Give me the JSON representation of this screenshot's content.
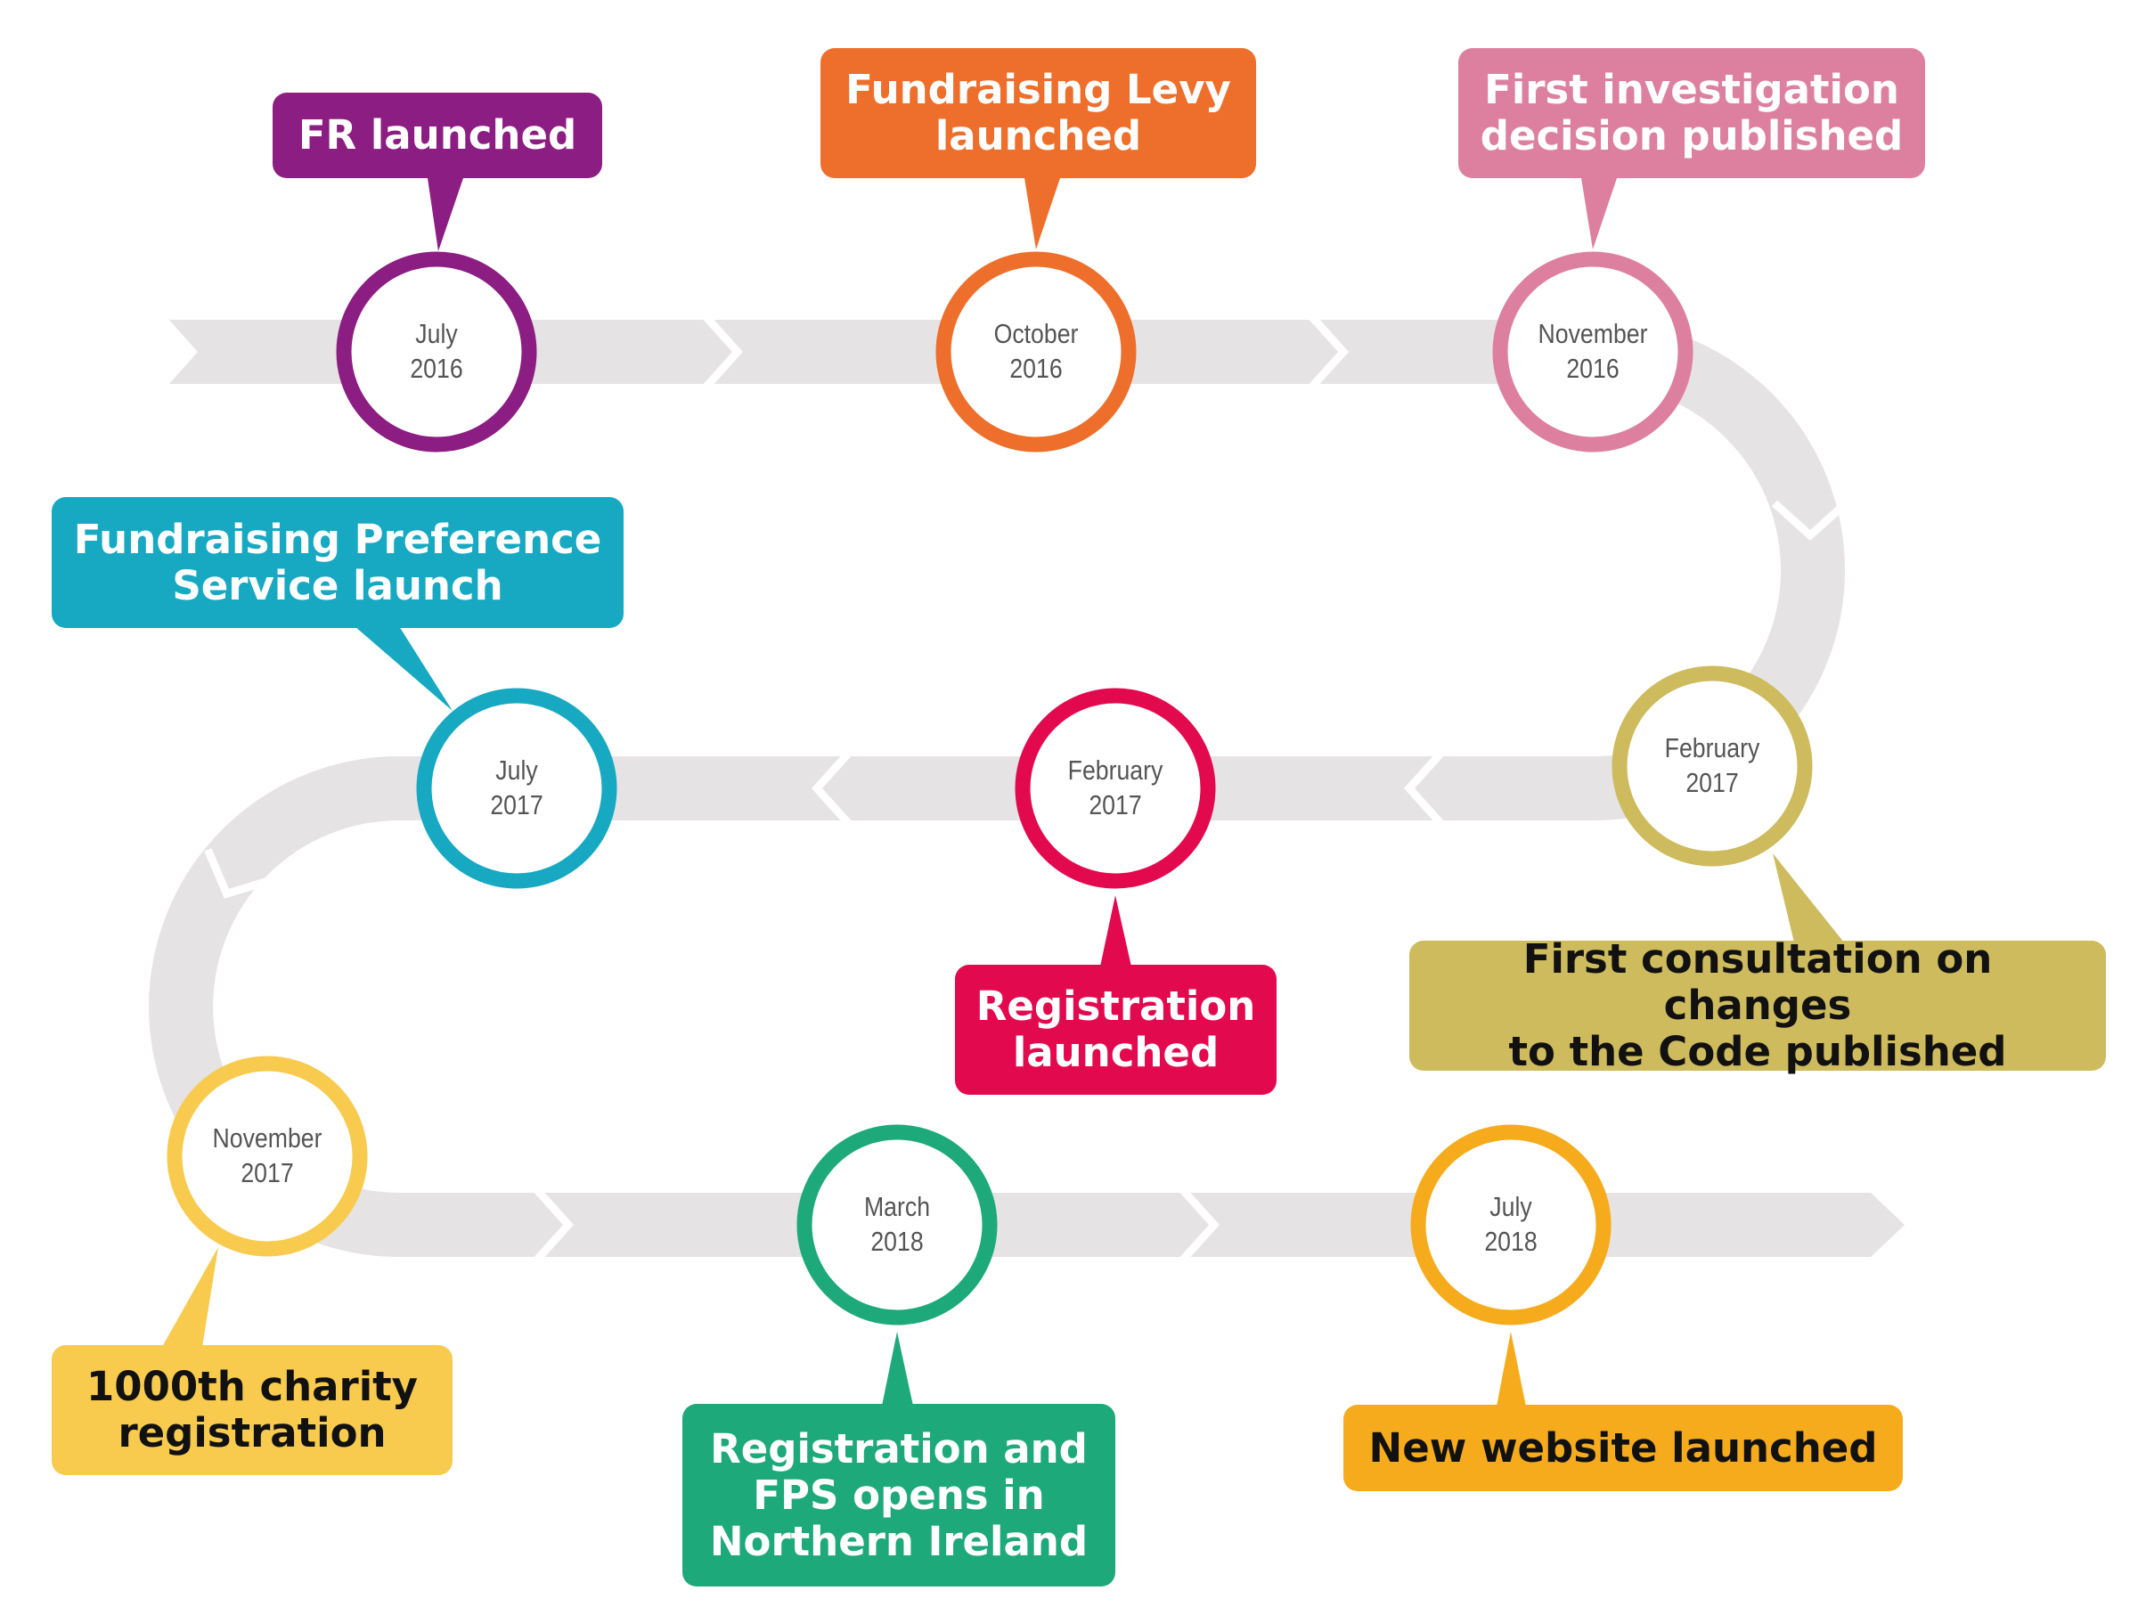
{
  "colors": {
    "track": "#e5e3e3",
    "track_chevron": "#ffffff",
    "date_text": "#555555"
  },
  "milestones": [
    {
      "id": "jul-2016",
      "month": "July",
      "year": "2016",
      "label_lines": [
        "FR launched"
      ],
      "color": "#8c1d82",
      "text_tone": "light"
    },
    {
      "id": "oct-2016",
      "month": "October",
      "year": "2016",
      "label_lines": [
        "Fundraising Levy",
        "launched"
      ],
      "color": "#ed6f2b",
      "text_tone": "light"
    },
    {
      "id": "nov-2016",
      "month": "November",
      "year": "2016",
      "label_lines": [
        "First investigation",
        "decision published"
      ],
      "color": "#dd80a0",
      "text_tone": "light"
    },
    {
      "id": "feb-2017-right",
      "month": "February",
      "year": "2017",
      "label_lines": [
        "First consultation on changes",
        "to the Code published"
      ],
      "color": "#cdbb5e",
      "text_tone": "dark"
    },
    {
      "id": "feb-2017-mid",
      "month": "February",
      "year": "2017",
      "label_lines": [
        "Registration",
        "launched"
      ],
      "color": "#e3094f",
      "text_tone": "light"
    },
    {
      "id": "jul-2017",
      "month": "July",
      "year": "2017",
      "label_lines": [
        "Fundraising Preference",
        "Service launch"
      ],
      "color": "#17a8c2",
      "text_tone": "light"
    },
    {
      "id": "nov-2017",
      "month": "November",
      "year": "2017",
      "label_lines": [
        "1000th charity",
        "registration"
      ],
      "color": "#f8cb4f",
      "text_tone": "dark"
    },
    {
      "id": "mar-2018",
      "month": "March",
      "year": "2018",
      "label_lines": [
        "Registration and",
        "FPS opens in",
        "Northern Ireland"
      ],
      "color": "#1ea97b",
      "text_tone": "light"
    },
    {
      "id": "jul-2018",
      "month": "July",
      "year": "2018",
      "label_lines": [
        "New website launched"
      ],
      "color": "#f6ab1d",
      "text_tone": "dark"
    }
  ]
}
